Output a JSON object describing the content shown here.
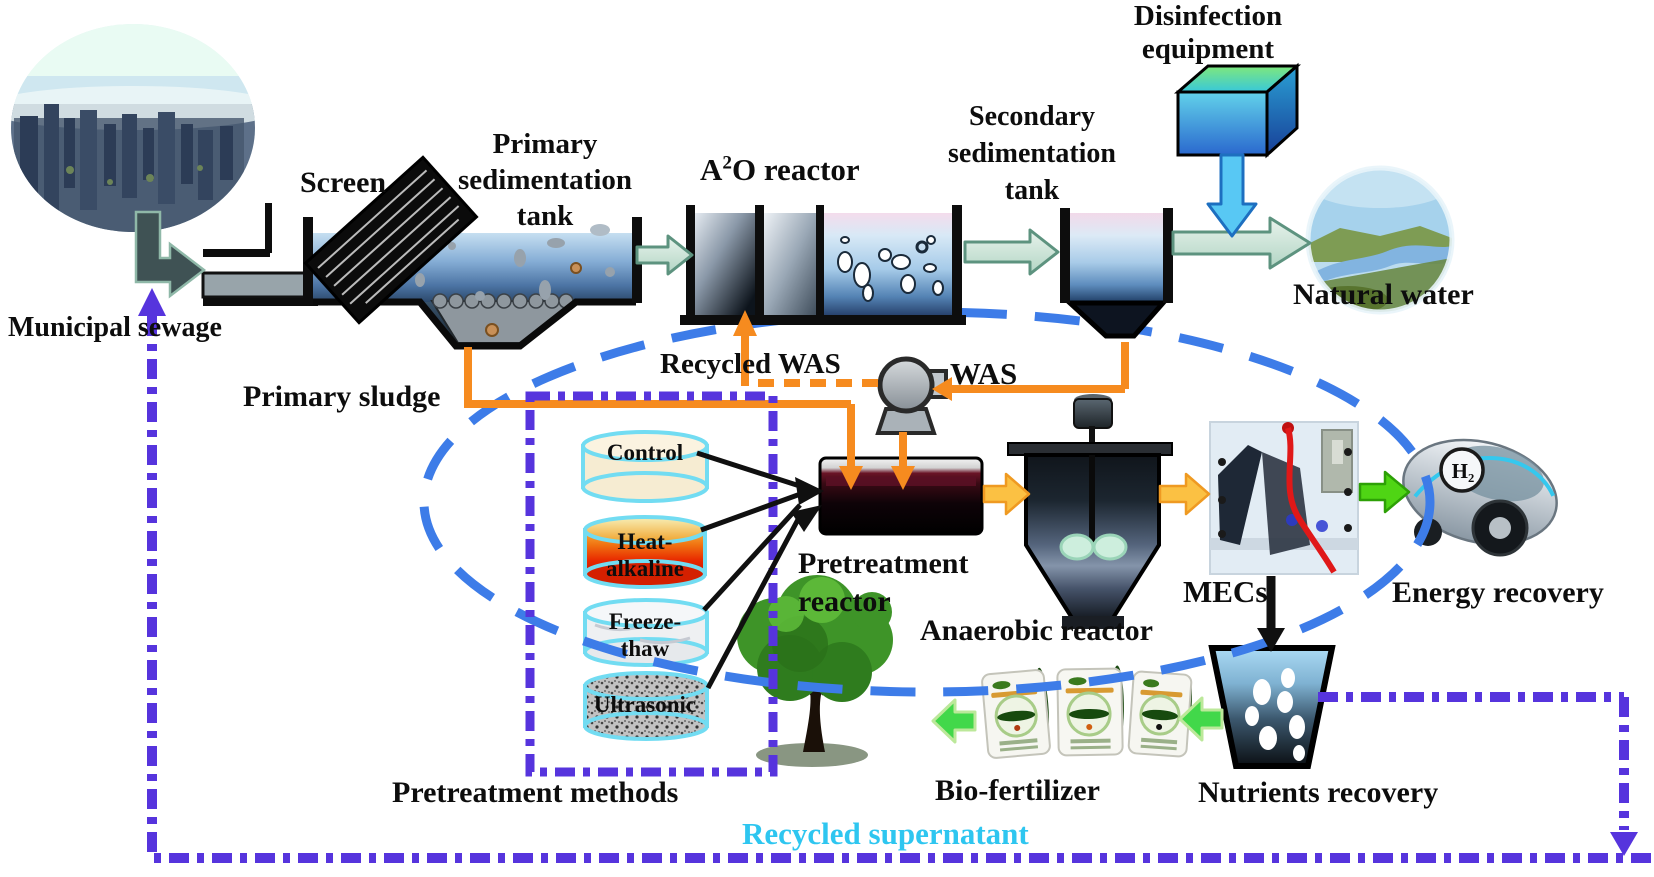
{
  "title": "Municipal sewage treatment and sludge resource recovery process diagram",
  "labels": {
    "municipal_sewage": "Municipal sewage",
    "screen": "Screen",
    "primary_tank": "Primary sedimentation tank",
    "a2o_base": "A",
    "a2o_sup": "2",
    "a2o_rest": "O reactor",
    "secondary_tank": "Secondary sedimentation tank",
    "disinfection": "Disinfection equipment",
    "natural_water": "Natural water",
    "primary_sludge": "Primary sludge",
    "recycled_was": "Recycled WAS",
    "was": "WAS",
    "pretreatment_reactor": "Pretreatment reactor",
    "anaerobic_reactor": "Anaerobic reactor",
    "mecs": "MECs",
    "energy_recovery": "Energy recovery",
    "h2_badge": "H₂",
    "nutrients_recovery": "Nutrients recovery",
    "bio_fertilizer": "Bio-fertilizer",
    "pretreatment_methods": "Pretreatment methods",
    "recycled_supernatant": "Recycled supernatant"
  },
  "pretreatment_cylinders": [
    {
      "label": "Control"
    },
    {
      "label": "Heat-alkaline"
    },
    {
      "label": "Freeze-thaw"
    },
    {
      "label": "Ultrasonic"
    }
  ],
  "colors": {
    "supernatant_purple": "#5634dd",
    "sludge_loop_blue": "#3d7ce8",
    "sludge_orange": "#f68b1f",
    "supernatant_cyan": "#2ec6f0",
    "energy_green": "#4fd514",
    "yellow_arrow": "#fbc143",
    "effluent_teal": "#cde4d8"
  }
}
